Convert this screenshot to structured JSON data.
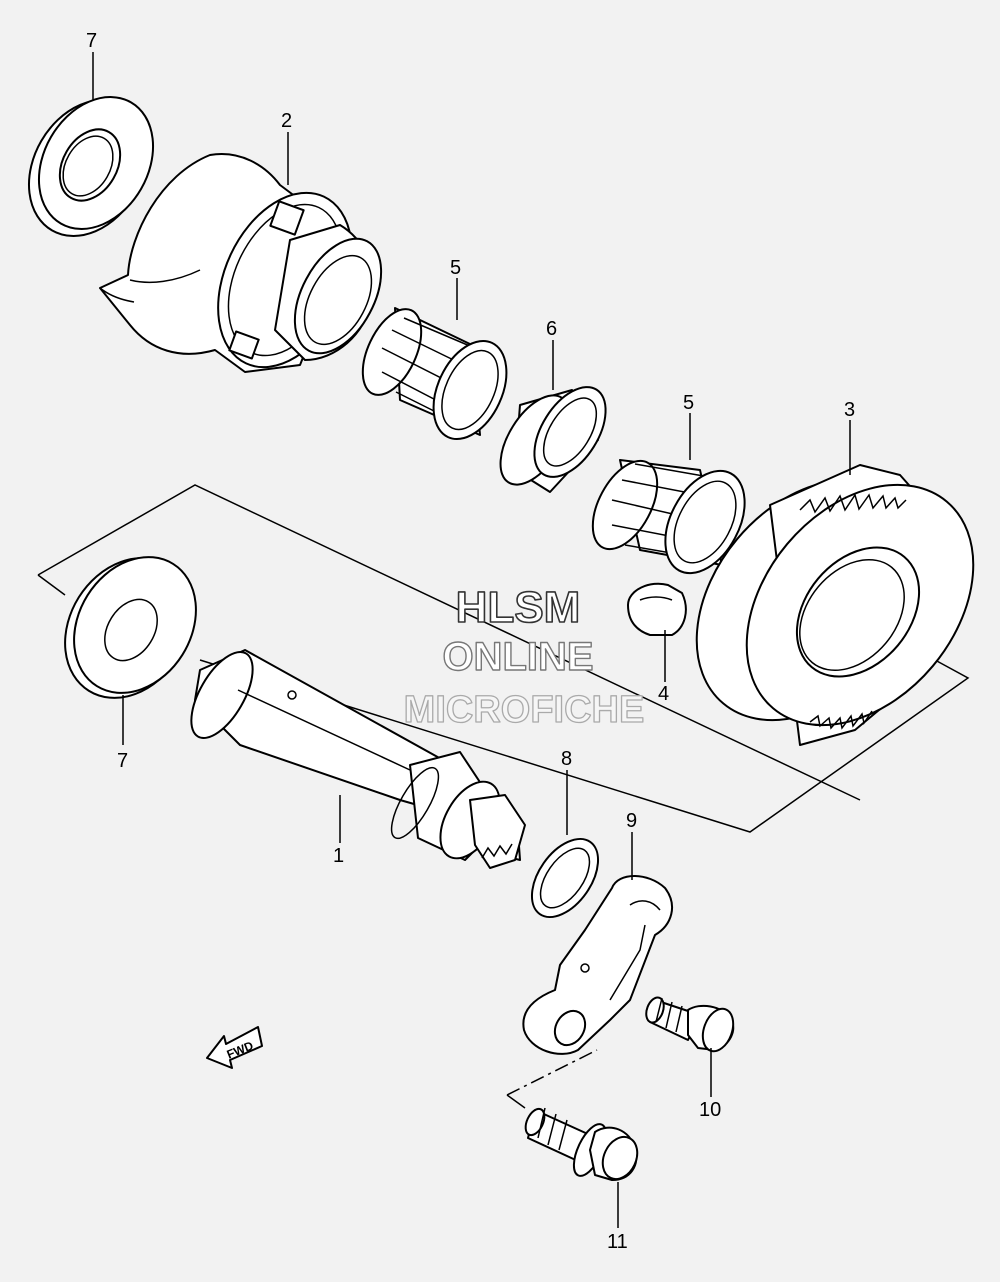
{
  "watermark": {
    "line1": "HLSM",
    "line2": "ONLINE",
    "line3": "MICROFICHE"
  },
  "fwd_label": "FWD",
  "callouts": {
    "p1": "1",
    "p2": "2",
    "p3": "3",
    "p4": "4",
    "p5a": "5",
    "p5b": "5",
    "p6": "6",
    "p7a": "7",
    "p7b": "7",
    "p8": "8",
    "p9": "9",
    "p10": "10",
    "p11": "11"
  },
  "colors": {
    "background": "#f2f2f2",
    "line": "#000000",
    "fill": "#ffffff"
  }
}
